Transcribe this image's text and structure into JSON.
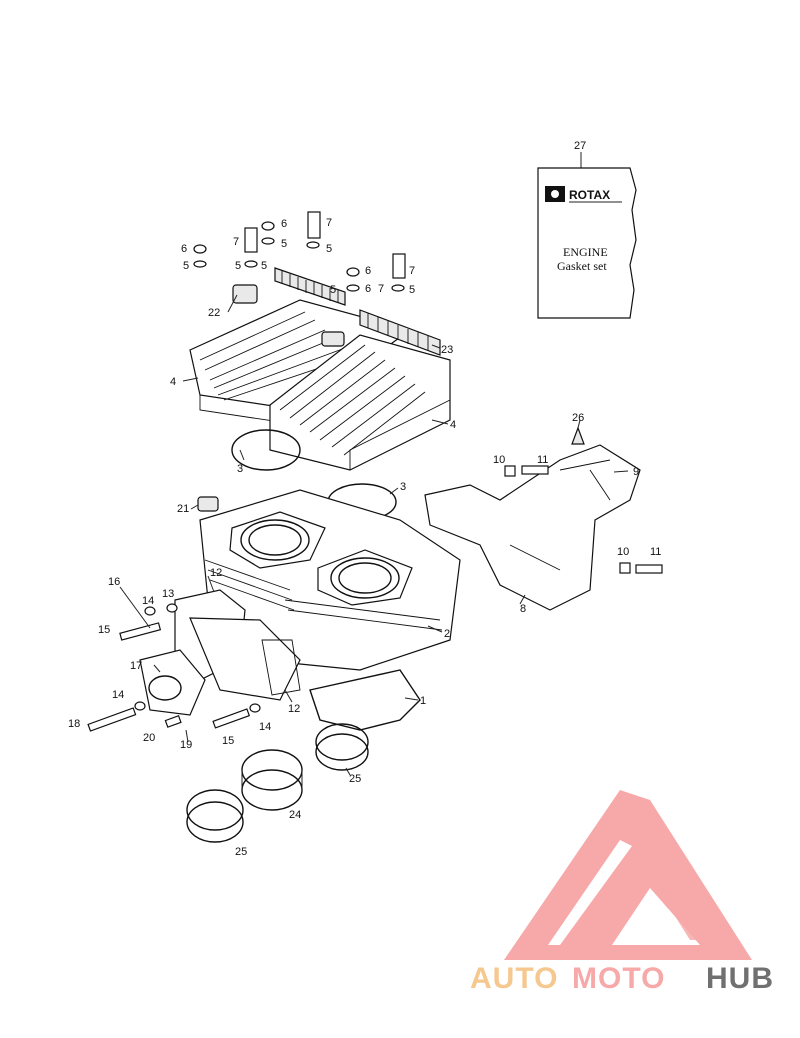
{
  "gasket_set": {
    "brand": "ROTAX",
    "line1": "ENGINE",
    "line2": "Gasket set"
  },
  "watermark": {
    "part1": "AUTO",
    "part2": "MOTO",
    "part3": "HUB",
    "color_primary": "#f7a9a9",
    "color_dark": "#707070",
    "color_orange": "#f6c890"
  },
  "callouts": [
    {
      "id": "c27",
      "text": "27"
    },
    {
      "id": "c6a",
      "text": "6"
    },
    {
      "id": "c7a",
      "text": "7"
    },
    {
      "id": "c5a",
      "text": "5"
    },
    {
      "id": "c7b",
      "text": "7"
    },
    {
      "id": "c6b",
      "text": "6"
    },
    {
      "id": "c5b",
      "text": "5"
    },
    {
      "id": "c5c",
      "text": "5"
    },
    {
      "id": "c6c",
      "text": "6"
    },
    {
      "id": "c5d",
      "text": "5"
    },
    {
      "id": "c5e",
      "text": "5"
    },
    {
      "id": "c7c",
      "text": "7"
    },
    {
      "id": "c6d",
      "text": "6"
    },
    {
      "id": "c5f",
      "text": "5"
    },
    {
      "id": "c5g",
      "text": "5"
    },
    {
      "id": "c7d",
      "text": "7"
    },
    {
      "id": "c22",
      "text": "22"
    },
    {
      "id": "c23",
      "text": "23"
    },
    {
      "id": "c4a",
      "text": "4"
    },
    {
      "id": "c4b",
      "text": "4"
    },
    {
      "id": "c26",
      "text": "26"
    },
    {
      "id": "c3a",
      "text": "3"
    },
    {
      "id": "c3b",
      "text": "3"
    },
    {
      "id": "c10a",
      "text": "10"
    },
    {
      "id": "c11a",
      "text": "11"
    },
    {
      "id": "c9",
      "text": "9"
    },
    {
      "id": "c21",
      "text": "21"
    },
    {
      "id": "c10b",
      "text": "10"
    },
    {
      "id": "c11b",
      "text": "11"
    },
    {
      "id": "c12a",
      "text": "12"
    },
    {
      "id": "c16",
      "text": "16"
    },
    {
      "id": "c13",
      "text": "13"
    },
    {
      "id": "c14a",
      "text": "14"
    },
    {
      "id": "c8",
      "text": "8"
    },
    {
      "id": "c15a",
      "text": "15"
    },
    {
      "id": "c2",
      "text": "2"
    },
    {
      "id": "c17",
      "text": "17"
    },
    {
      "id": "c1",
      "text": "1"
    },
    {
      "id": "c14b",
      "text": "14"
    },
    {
      "id": "c12b",
      "text": "12"
    },
    {
      "id": "c18",
      "text": "18"
    },
    {
      "id": "c14c",
      "text": "14"
    },
    {
      "id": "c20",
      "text": "20"
    },
    {
      "id": "c15b",
      "text": "15"
    },
    {
      "id": "c19",
      "text": "19"
    },
    {
      "id": "c25a",
      "text": "25"
    },
    {
      "id": "c24",
      "text": "24"
    },
    {
      "id": "c25b",
      "text": "25"
    }
  ]
}
